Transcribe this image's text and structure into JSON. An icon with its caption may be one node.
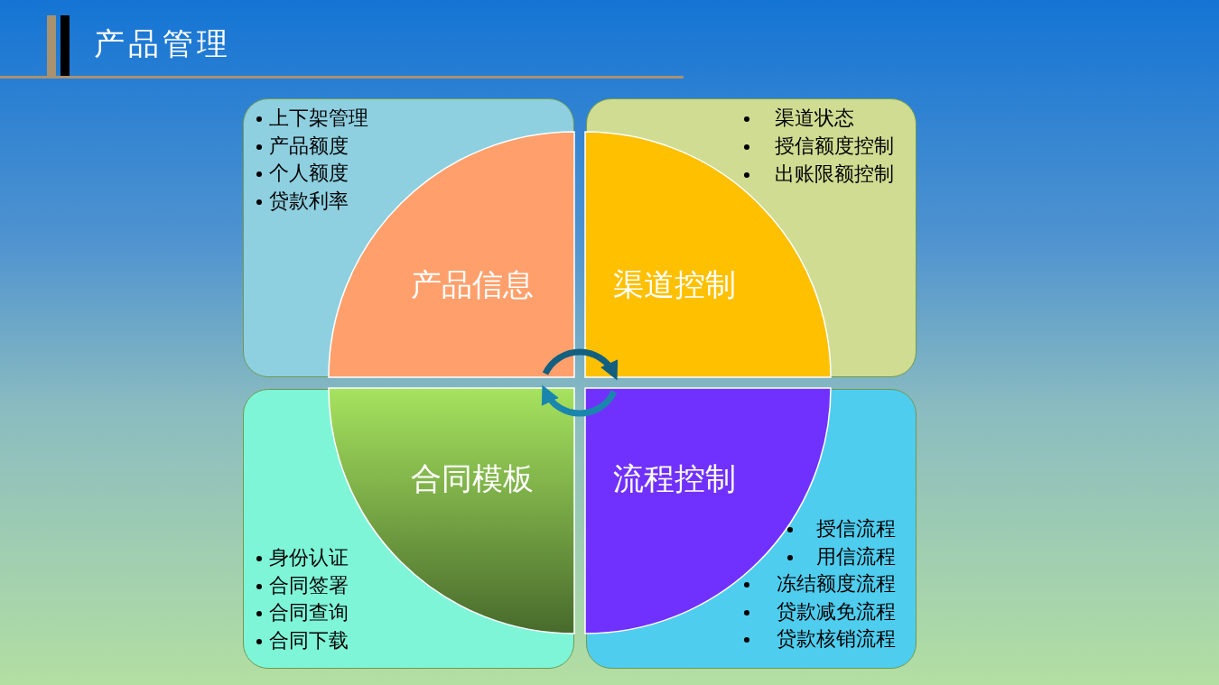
{
  "diagram": {
    "title": "产品管理",
    "nodes": [
      {
        "text": [
          "上下架管理",
          "产品额度",
          "个人额度",
          "贷款利率"
        ]
      },
      {
        "text": [
          "渠道状态",
          "授信额度控制",
          "出账限额控制"
        ]
      },
      {
        "text": [
          "产品信息"
        ],
        "in": 0
      },
      {
        "text": [
          "渠道控制"
        ],
        "in": 1
      },
      {
        "text": [
          "身份认证",
          "合同签署",
          "合同查询",
          "合同下载"
        ]
      },
      {
        "text": [
          "授信流程",
          "用信流程",
          "冻结额度流程",
          "贷款减免流程",
          "贷款核销流程"
        ]
      },
      {
        "text": [
          "合同模板"
        ],
        "in": 4
      },
      {
        "text": [
          "流程控制"
        ],
        "in": 5
      }
    ],
    "edges": [
      {
        "from": 2,
        "to": 3,
        "arrow": "to"
      },
      {
        "from": 7,
        "to": 6,
        "arrow": "to"
      }
    ]
  }
}
